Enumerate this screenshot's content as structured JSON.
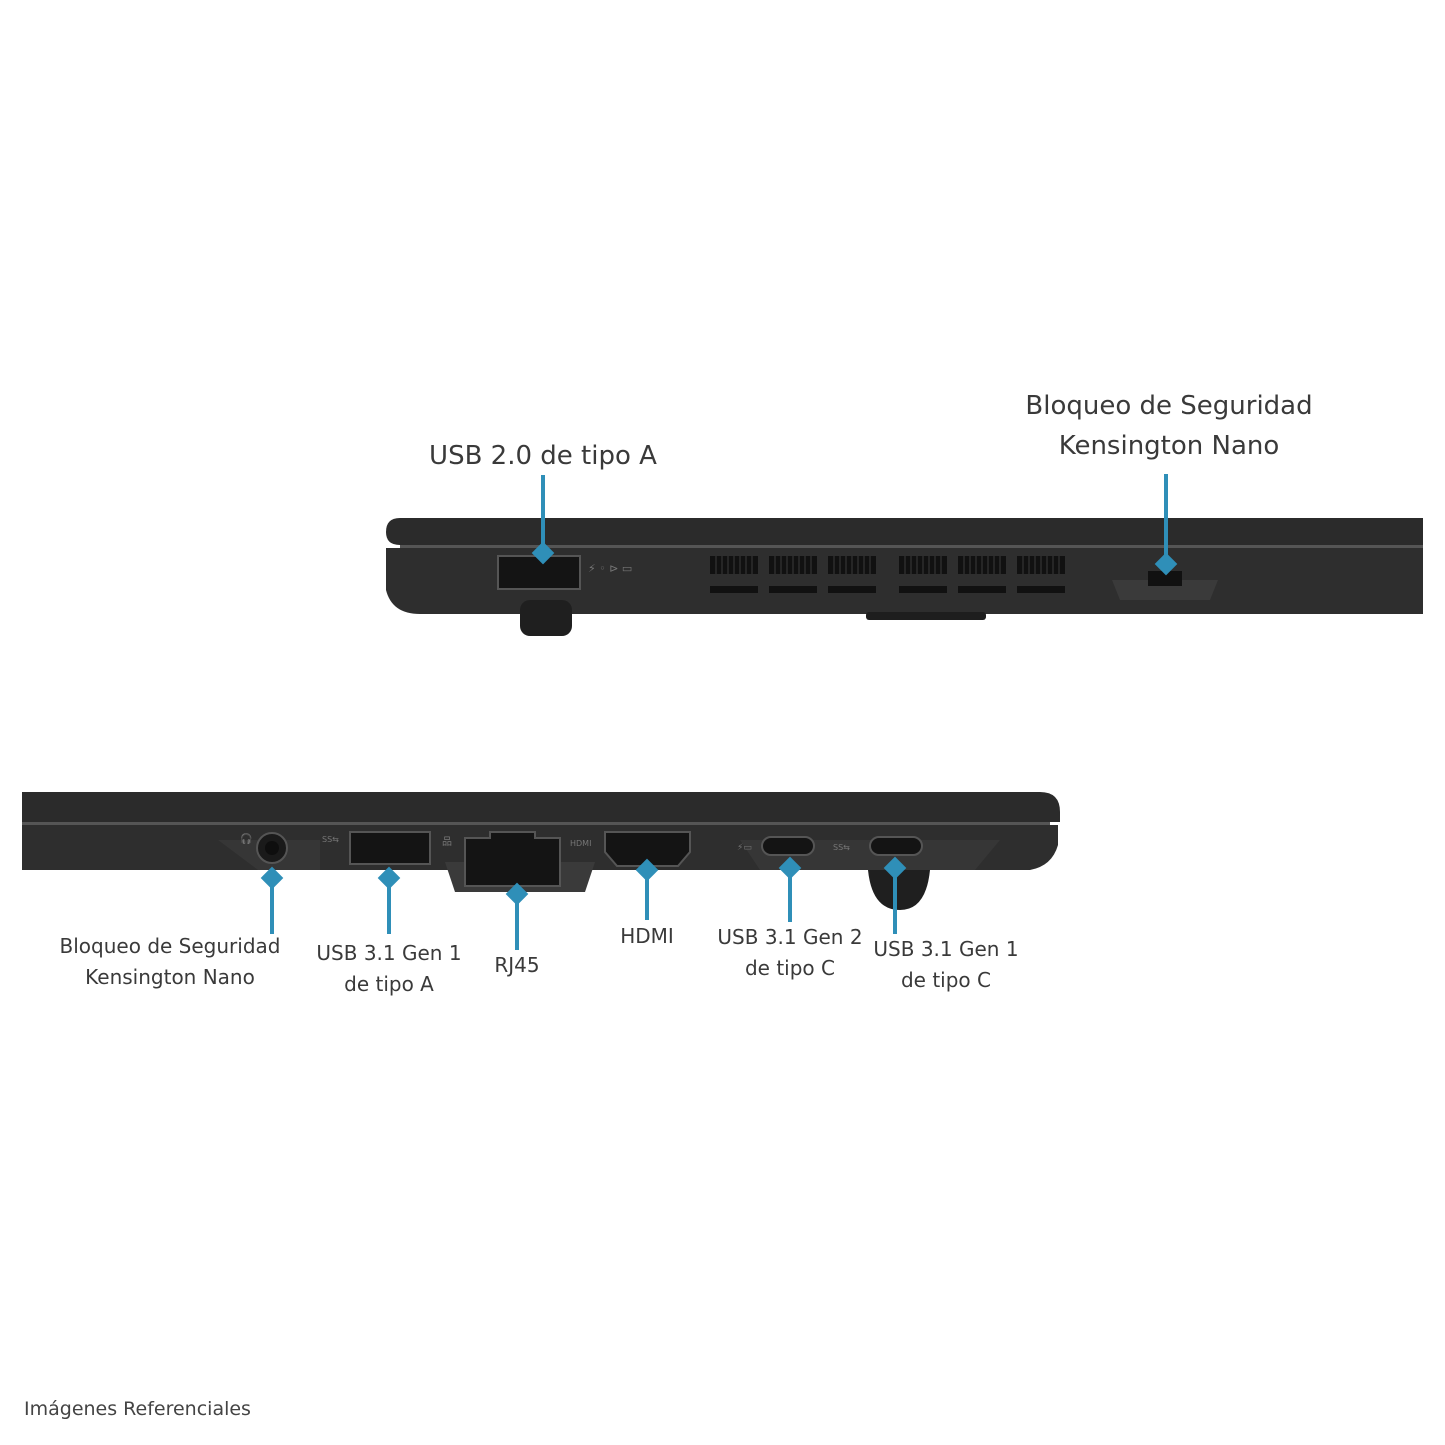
{
  "accent_color": "#2f8fb8",
  "device_color": "#262626",
  "right_side": {
    "labels": [
      {
        "id": "usb2",
        "lines": [
          "USB 2.0 de tipo A"
        ]
      },
      {
        "id": "lock",
        "lines": [
          "Bloqueo de Seguridad",
          "Kensington Nano"
        ]
      }
    ]
  },
  "left_side": {
    "labels": [
      {
        "id": "lock",
        "lines": [
          "Bloqueo de Seguridad",
          "Kensington Nano"
        ]
      },
      {
        "id": "usb31a",
        "lines": [
          "USB 3.1 Gen 1",
          "de tipo A"
        ]
      },
      {
        "id": "rj45",
        "lines": [
          "RJ45"
        ]
      },
      {
        "id": "hdmi",
        "lines": [
          "HDMI"
        ]
      },
      {
        "id": "usbc2",
        "lines": [
          "USB 3.1 Gen 2",
          "de tipo C"
        ]
      },
      {
        "id": "usbc1",
        "lines": [
          "USB 3.1 Gen 1",
          "de tipo C"
        ]
      }
    ]
  },
  "footer": "Imágenes Referenciales"
}
